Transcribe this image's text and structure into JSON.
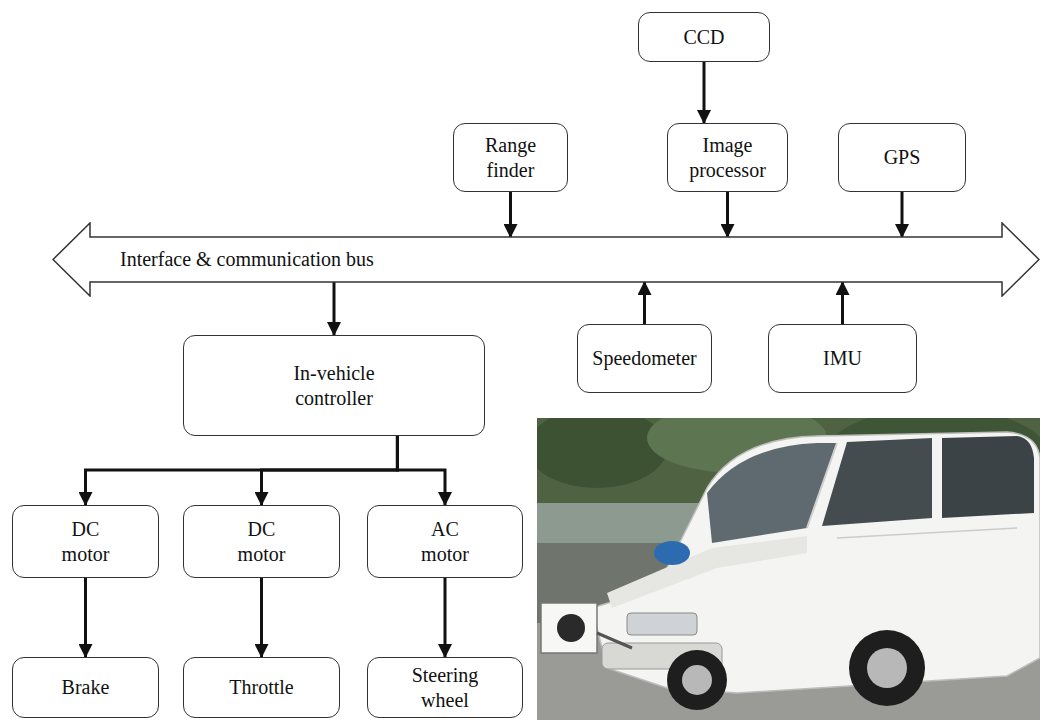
{
  "diagram": {
    "nodes": [
      {
        "text": [
          "CCD"
        ]
      },
      {
        "text": [
          "Range finder"
        ]
      },
      {
        "text": [
          "Image processor"
        ]
      },
      {
        "text": [
          "GPS"
        ]
      },
      {
        "text": [
          "Interface & communication bus"
        ]
      },
      {
        "text": [
          "In-vehicle controller"
        ]
      },
      {
        "text": [
          "Speedometer"
        ]
      },
      {
        "text": [
          "IMU"
        ]
      },
      {
        "text": [
          "DC motor"
        ]
      },
      {
        "text": [
          "DC motor"
        ]
      },
      {
        "text": [
          "AC motor"
        ]
      },
      {
        "text": [
          "Brake"
        ]
      },
      {
        "text": [
          "Throttle"
        ]
      },
      {
        "text": [
          "Steering wheel"
        ]
      }
    ],
    "edges": [
      {
        "from": 0,
        "to": 2,
        "arrow": "to"
      },
      {
        "from": 1,
        "to": 4,
        "arrow": "to"
      },
      {
        "from": 2,
        "to": 4,
        "arrow": "to"
      },
      {
        "from": 3,
        "to": 4,
        "arrow": "to"
      },
      {
        "from": 4,
        "to": 5,
        "arrow": "to"
      },
      {
        "from": 6,
        "to": 4,
        "arrow": "to"
      },
      {
        "from": 7,
        "to": 4,
        "arrow": "to"
      },
      {
        "from": 5,
        "to": 8,
        "arrow": "to"
      },
      {
        "from": 5,
        "to": 9,
        "arrow": "to"
      },
      {
        "from": 5,
        "to": 10,
        "arrow": "to"
      },
      {
        "from": 8,
        "to": 11,
        "arrow": "to"
      },
      {
        "from": 9,
        "to": 12,
        "arrow": "to"
      },
      {
        "from": 10,
        "to": 13,
        "arrow": "to"
      }
    ]
  }
}
